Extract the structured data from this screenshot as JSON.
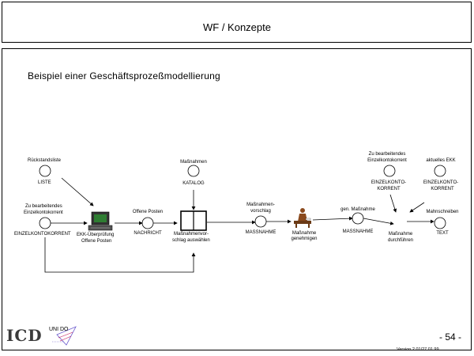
{
  "header": {
    "title": "WF / Konzepte"
  },
  "slide": {
    "subtitle": "Beispiel einer Geschäftsprozeßmodellierung"
  },
  "diagram": {
    "labels": {
      "rueckstandsliste": "Rückstandsliste",
      "liste": "LISTE",
      "massnahmen": "Maßnahmen",
      "katalog": "KATALOG",
      "zu_bearbeitendes_left": "Zu bearbeitendes",
      "einzelkontokorrent_left": "Einzelkontokorrent",
      "einzelkontokorrent_upper": "EINZELKONTOKORRENT",
      "ekk_ueberpruefung": "EKK-Überprüfung",
      "offene_posten": "Offene Posten",
      "offene_posten_cap": "Offene Posten",
      "nachricht": "NACHRICHT",
      "massnahmenvorschlag_auswaehlen_1": "Maßnahmenvor-",
      "massnahmenvorschlag_auswaehlen_2": "schlag auswählen",
      "massnahmenvorschlag_1": "Maßnahmen-",
      "massnahmenvorschlag_2": "vorschlag",
      "massnahme_1": "MASSNAHME",
      "massnahme_genehmigen_1": "Maßnahme",
      "massnahme_genehmigen_2": "genehmigen",
      "gen_massnahme": "gen. Maßnahme",
      "massnahme_2": "MASSNAHME",
      "zu_bearbeitendes_right": "Zu bearbeitendes",
      "einzelkontokorrent_right": "Einzelkontokorrent",
      "einzelkonto_korrent_1": "EINZELKONTO-",
      "einzelkonto_korrent_2": "KORRENT",
      "aktuelles_ekk": "aktuelles EKK",
      "einzelkonto_korrent_3": "EINZELKONTO-",
      "einzelkonto_korrent_4": "KORRENT",
      "massnahme_durchfuehren_1": "Maßnahme",
      "massnahme_durchfuehren_2": "durchführen",
      "mahnschreiben": "Mahnschreiben",
      "text": "TEXT"
    }
  },
  "footer": {
    "logo_text": "ICD",
    "unido_text": "UNI DO",
    "page_number": "- 54 -",
    "version": "Version 2.01/27.01.99"
  },
  "colors": {
    "line": "#000000",
    "computer_screen": "#2e7d32",
    "person": "#8b4a1e"
  }
}
